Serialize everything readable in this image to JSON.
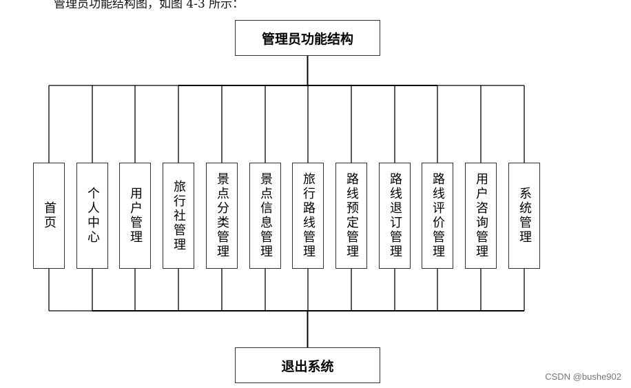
{
  "caption": "管理员功能结构图，如图 4-3 所示：",
  "root": {
    "label": "管理员功能结构"
  },
  "exit": {
    "label": "退出系统"
  },
  "modules": [
    {
      "id": "home",
      "label": "首页"
    },
    {
      "id": "personal-center",
      "label": "个人中心"
    },
    {
      "id": "user-management",
      "label": "用户管理"
    },
    {
      "id": "travel-agency-management",
      "label": "旅行社管理"
    },
    {
      "id": "scenic-category-management",
      "label": "景点分类管理"
    },
    {
      "id": "scenic-info-management",
      "label": "景点信息管理"
    },
    {
      "id": "travel-route-management",
      "label": "旅行路线管理"
    },
    {
      "id": "route-booking-management",
      "label": "路线预定管理"
    },
    {
      "id": "route-cancel-management",
      "label": "路线退订管理"
    },
    {
      "id": "route-review-management",
      "label": "路线评价管理"
    },
    {
      "id": "user-consult-management",
      "label": "用户咨询管理"
    },
    {
      "id": "system-management",
      "label": "系统管理"
    }
  ],
  "watermark": "CSDN @bushe902"
}
